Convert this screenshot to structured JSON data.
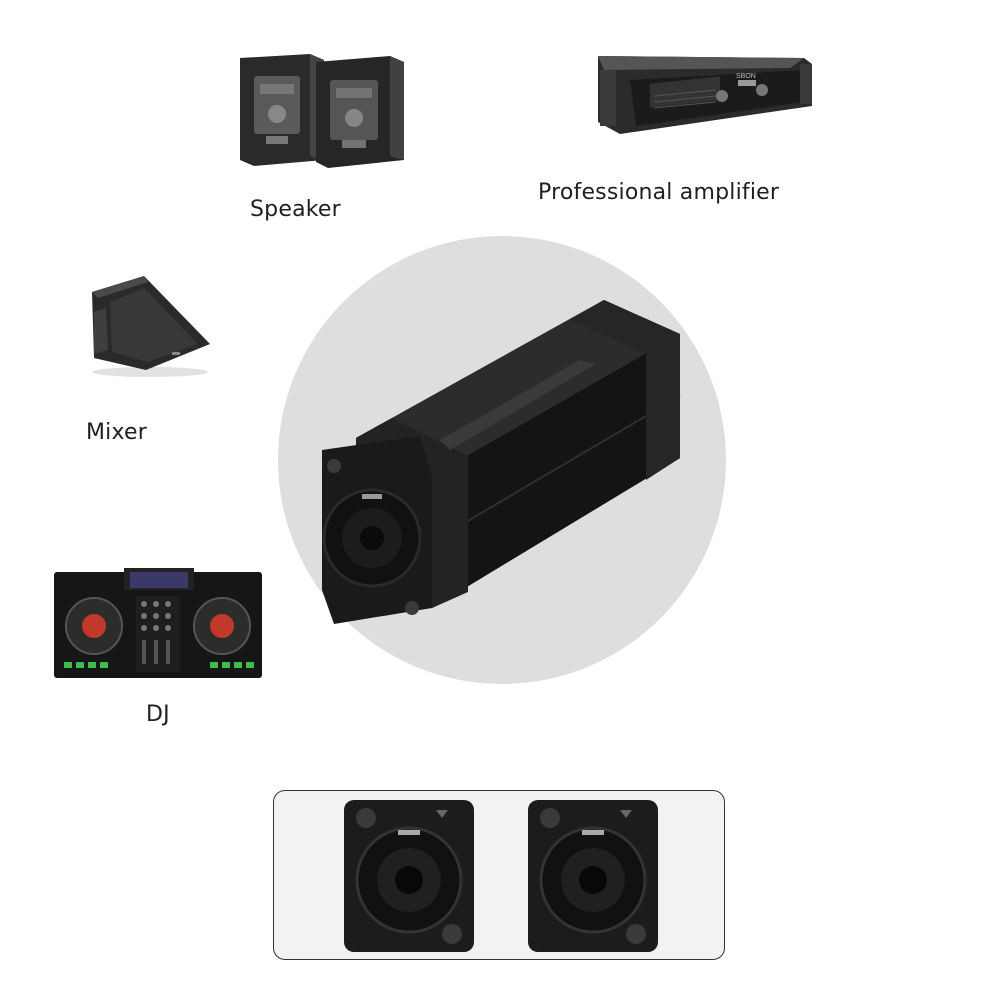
{
  "labels": {
    "speaker": "Speaker",
    "amplifier": "Professional amplifier",
    "mixer": "Mixer",
    "dj": "DJ"
  },
  "amp_brand": "SBON",
  "colors": {
    "circle_bg": "#dedede",
    "product_black": "#1c1c1c",
    "dj_accent": "#c0392b",
    "mixer_green": "#3bbf4a"
  },
  "icons": [
    "speaker-pair-image",
    "amplifier-image",
    "stage-monitor-image",
    "dj-controller-image",
    "speakon-coupler-image",
    "speakon-socket-image"
  ]
}
